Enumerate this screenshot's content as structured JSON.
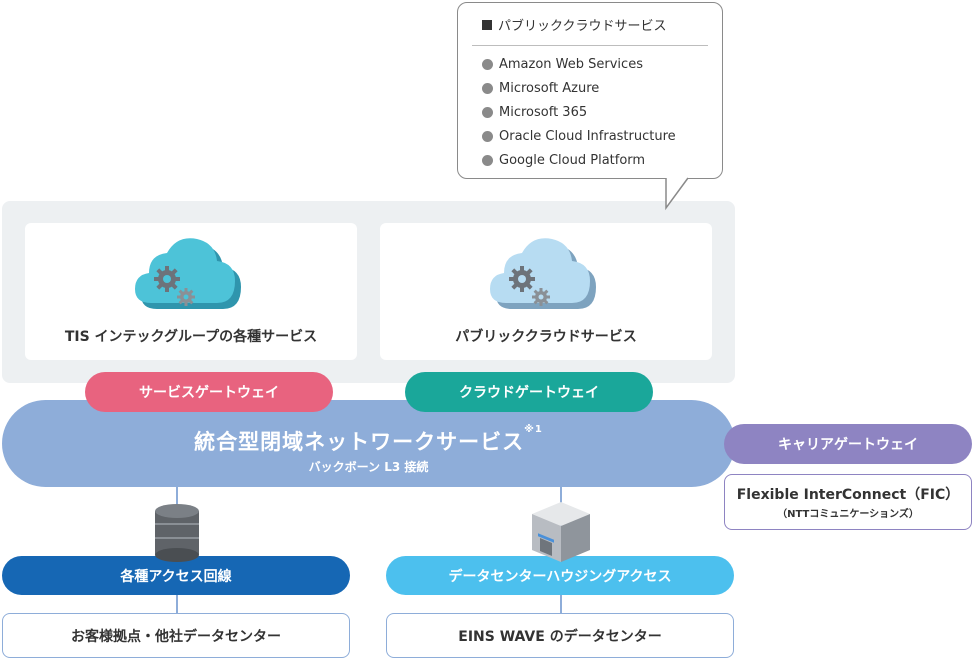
{
  "callout": {
    "title": "パブリッククラウドサービス",
    "items": [
      "Amazon Web Services",
      "Microsoft Azure",
      "Microsoft 365",
      "Oracle Cloud Infrastructure",
      "Google Cloud Platform"
    ]
  },
  "cards": {
    "tis_label": "TIS インテックグループの各種サービス",
    "public_label": "パブリッククラウドサービス"
  },
  "gateways": {
    "service": "サービスゲートウェイ",
    "cloud": "クラウドゲートウェイ",
    "carrier": "キャリアゲートウェイ"
  },
  "backbone": {
    "title": "統合型閉域ネットワークサービス",
    "note": "※1",
    "subtitle": "バックボーン L3 接続"
  },
  "carrier_box": {
    "main": "Flexible InterConnect（FIC）",
    "sub": "（NTTコミュニケーションズ）"
  },
  "access": {
    "left_label": "各種アクセス回線",
    "right_label": "データセンターハウジングアクセス"
  },
  "sites": {
    "left": "お客様拠点・他社データセンター",
    "right": "EINS WAVE のデータセンター"
  },
  "colors": {
    "service_gateway": "#e8637f",
    "cloud_gateway": "#1aa79a",
    "carrier_gateway": "#8e84c2",
    "backbone": "#8eadd9",
    "access_line": "#1667b4",
    "dc_housing": "#4cc0ee",
    "panel": "#edf0f2"
  }
}
